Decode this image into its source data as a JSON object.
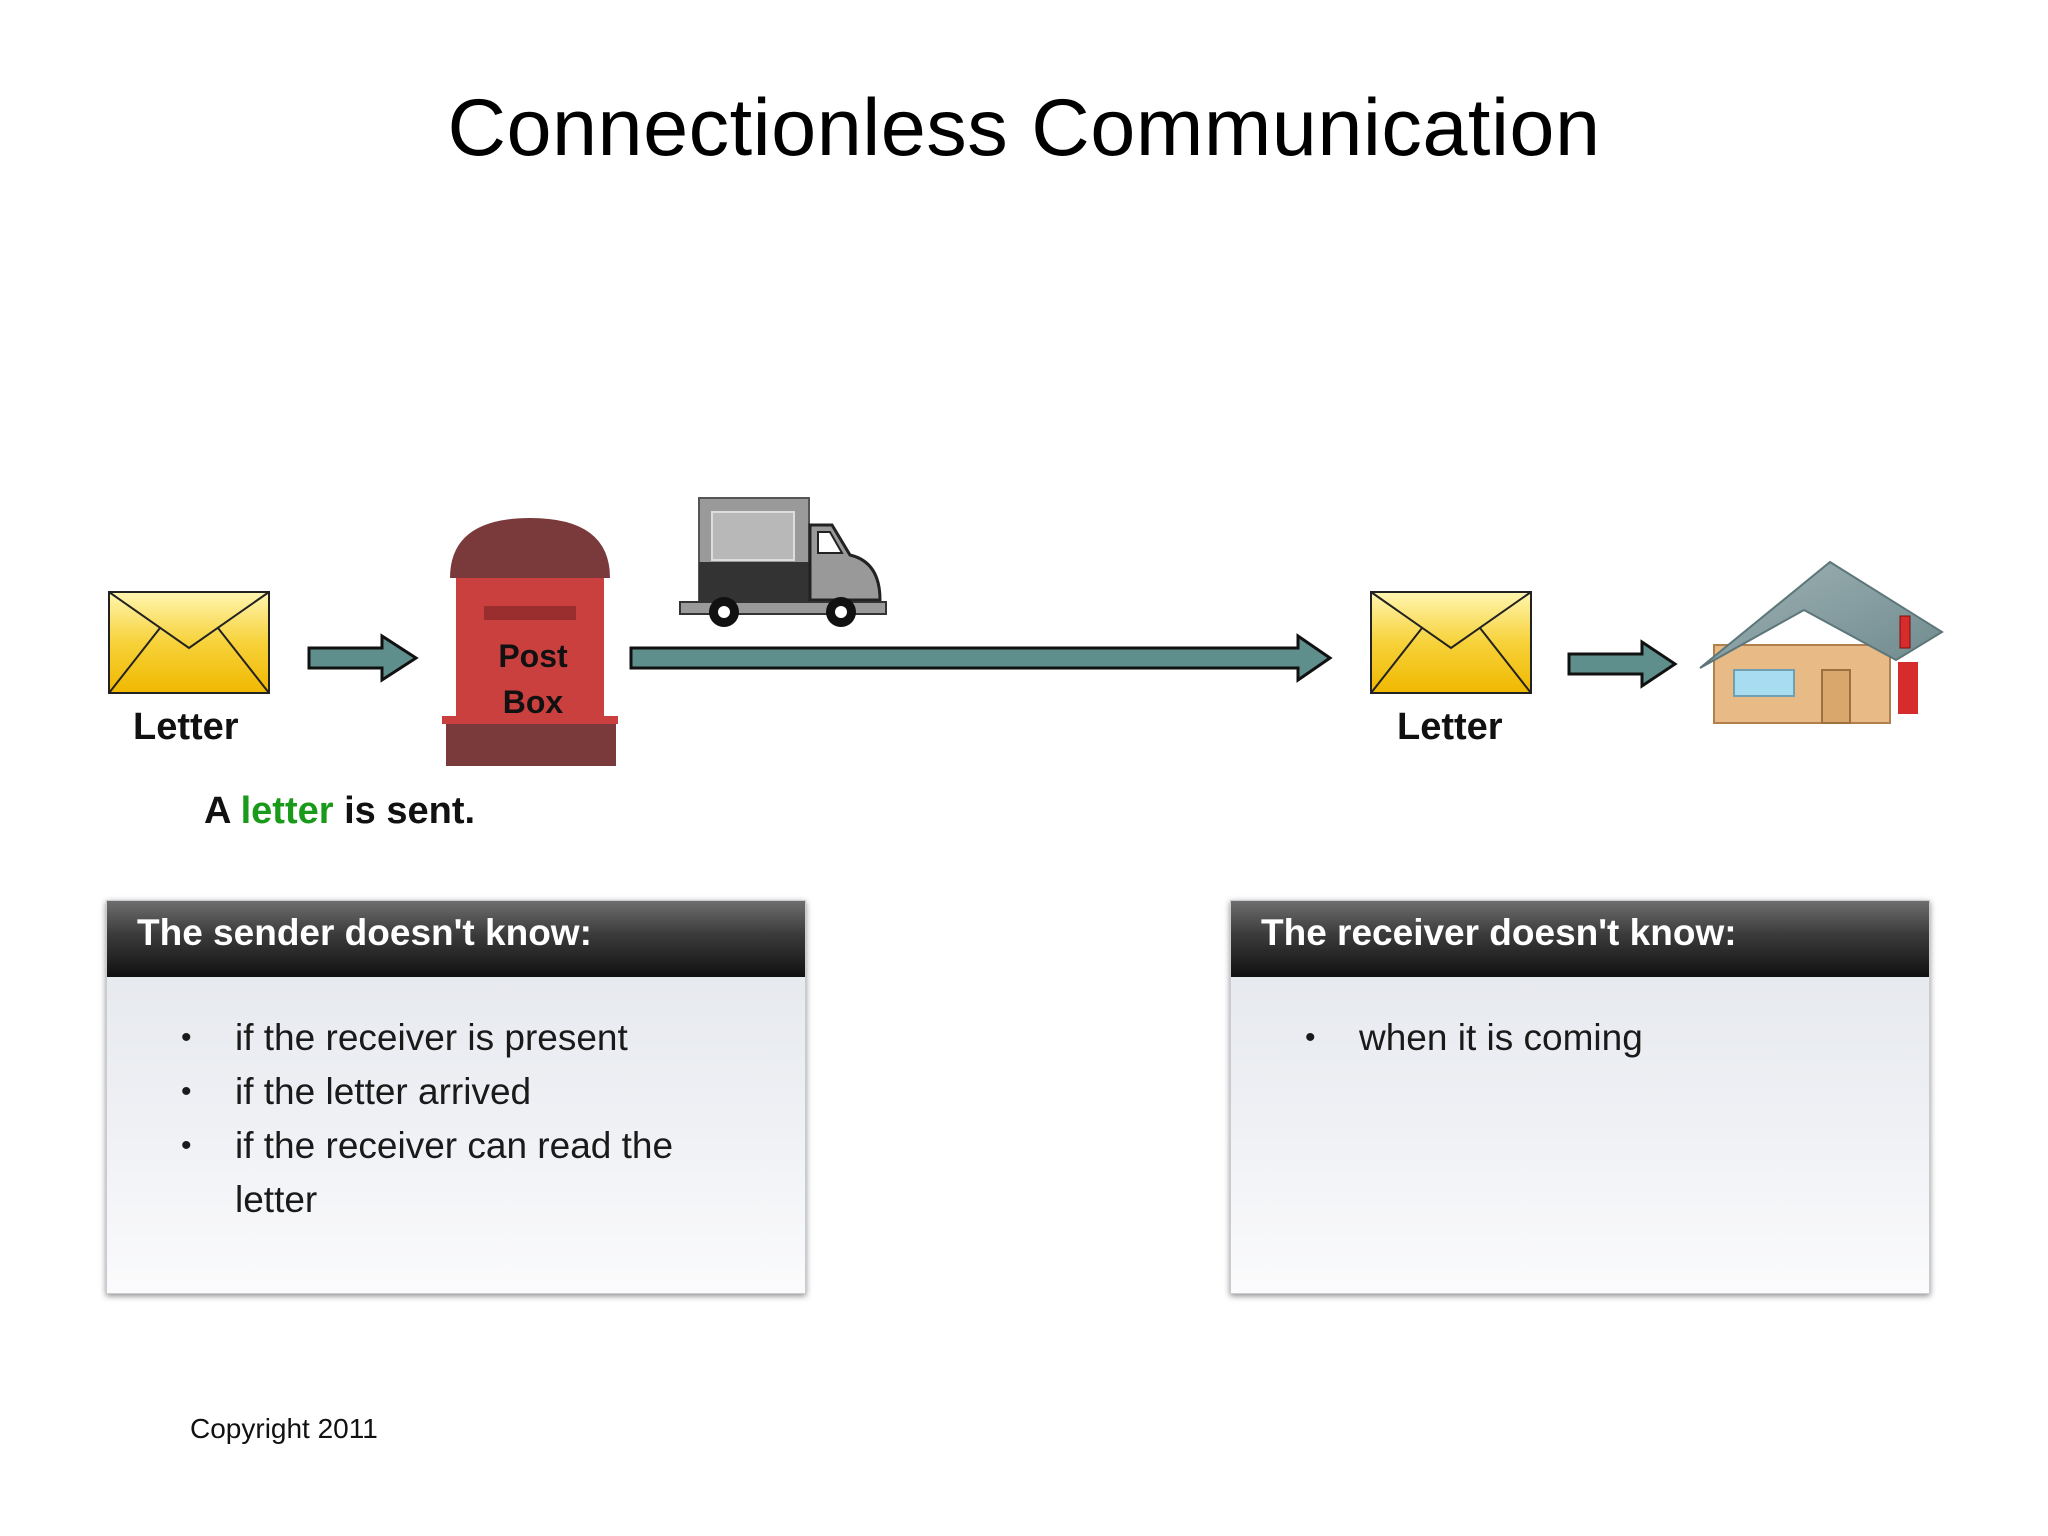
{
  "title": "Connectionless Communication",
  "diagram": {
    "letter_left_label": "Letter",
    "postbox_line1": "Post",
    "postbox_line2": "Box",
    "letter_right_label": "Letter",
    "caption_prefix": "A",
    "caption_highlight": "letter",
    "caption_suffix": "is sent.",
    "caption_highlight_color": "#1a9a1a",
    "arrow_color": "#5f8f8c",
    "envelope_color": "#f2c318",
    "postbox_color": "#c9403f",
    "house_color": "#e8bb86"
  },
  "sender_box": {
    "heading": "The sender doesn't know:",
    "items": [
      "if the receiver is present",
      "if the letter arrived",
      "if the receiver can read the letter"
    ]
  },
  "receiver_box": {
    "heading": "The receiver doesn't know:",
    "items": [
      "when it is coming"
    ]
  },
  "footer": {
    "copyright": "Copyright 2011"
  }
}
